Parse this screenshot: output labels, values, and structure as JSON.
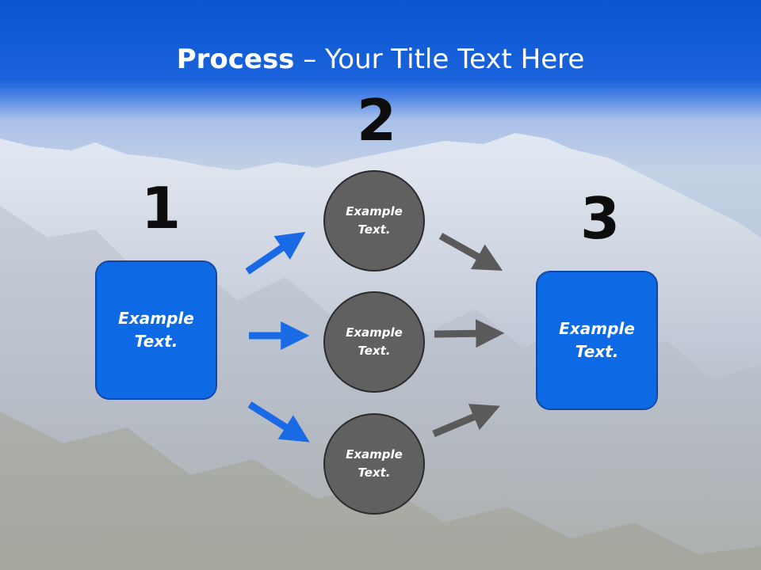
{
  "title": {
    "bold_part": "Process",
    "rest": " – Your Title Text Here"
  },
  "steps": [
    {
      "number": "1",
      "label": "Example Text."
    },
    {
      "number": "2",
      "labels": [
        "Example Text.",
        "Example Text.",
        "Example Text."
      ]
    },
    {
      "number": "3",
      "label": "Example Text."
    }
  ],
  "colors": {
    "title_band": "#0b55d2",
    "box_fill": "#0e6ae4",
    "circle_fill": "#606060",
    "blue_arrow": "#1a6ae6",
    "gray_arrow": "#5a5a5a"
  }
}
